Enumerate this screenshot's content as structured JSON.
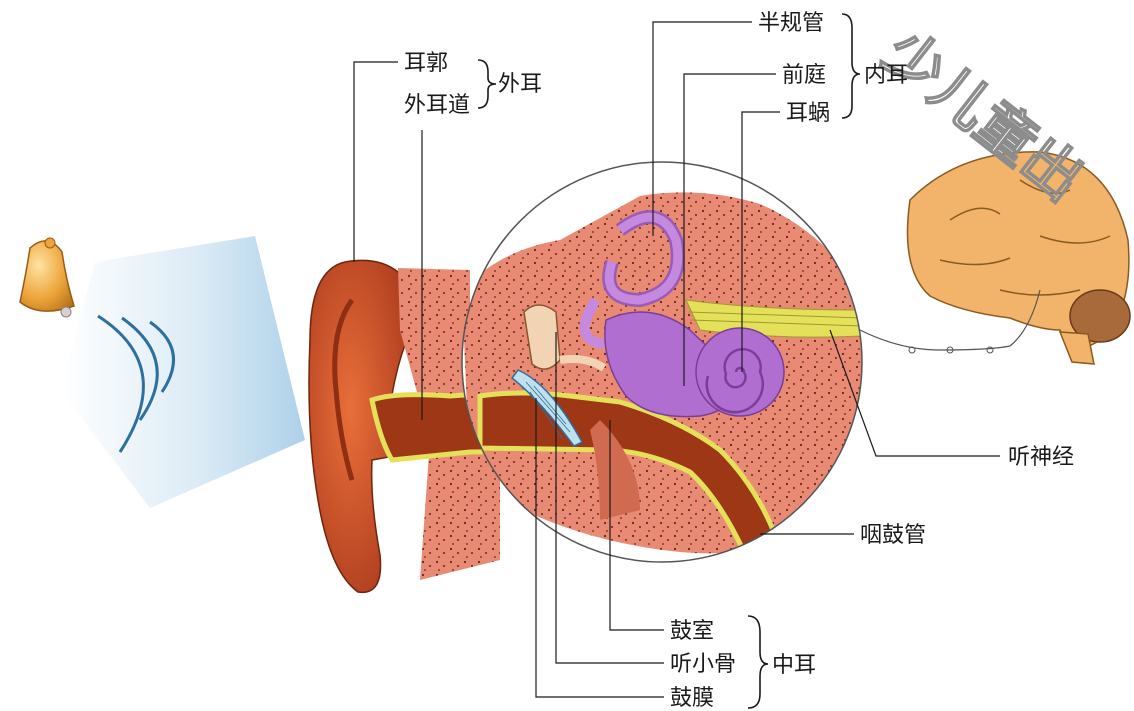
{
  "colors": {
    "tissue": "#e98a74",
    "bone_dots": "#6a2418",
    "canal": "#9e3716",
    "pinna": "#cc5024",
    "nerve_yellow": "#e4e05a",
    "inner_ear": "#b06fd0",
    "brain": "#f2b46a",
    "sound_wave": "#2d6f9e",
    "bell": "#eda43a"
  },
  "labels": {
    "auricle": "耳郭",
    "ear_canal": "外耳道",
    "outer_ear": "外耳",
    "semicircular_canals": "半规管",
    "vestibule": "前庭",
    "cochlea": "耳蜗",
    "inner_ear": "内耳",
    "auditory_nerve": "听神经",
    "eustachian_tube": "咽鼓管",
    "tympanic_cavity": "鼓室",
    "ossicles": "听小骨",
    "eardrum": "鼓膜",
    "middle_ear": "中耳"
  },
  "watermark": "少儿童出"
}
